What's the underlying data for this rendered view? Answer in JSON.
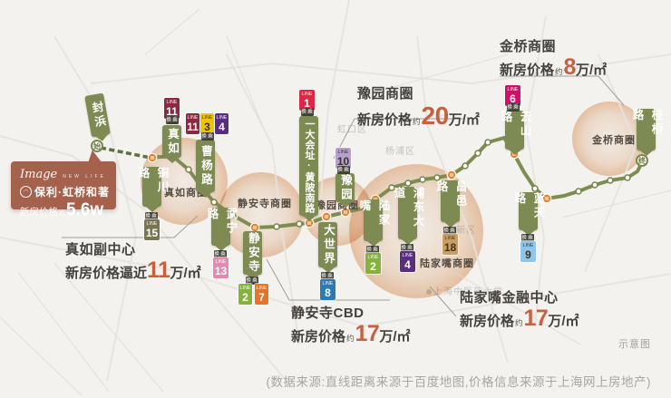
{
  "meta": {
    "caption": "(数据来源:直线距离来源于百度地图,价格信息来源于上海网上房地产)",
    "watermark": "示意图"
  },
  "colors": {
    "metro_line": "#7d8d52",
    "accent_number": "#c7603f",
    "brand_card": "#a5614b",
    "line_colors": {
      "1": "#d92a45",
      "2": "#83b23d",
      "3": "#eec400",
      "4": "#5b2d82",
      "6": "#cf0f6a",
      "7": "#e77325",
      "8": "#2b7ab8",
      "9": "#8fc6e9",
      "10": "#b6a0cc",
      "11": "#8e2740",
      "13": "#e887b0",
      "15": "#77754f",
      "18": "#c99e63"
    }
  },
  "labels": {
    "line_word": "LINE",
    "transfer": "换乘",
    "start": "始",
    "end": "终"
  },
  "logo_card": {
    "script": "Image",
    "sub": "NEW LIFE",
    "brand": "保利·虹桥和著",
    "price_label": "新房价格",
    "approx": "约",
    "price": "5.6w"
  },
  "stations": {
    "fengbang": {
      "name": "封浜"
    },
    "zhenru": {
      "name": "真如",
      "badges": [
        {
          "num": "11"
        }
      ]
    },
    "caoyang": {
      "name": "曹杨路",
      "badges": [
        {
          "num": "11"
        },
        {
          "num": "3"
        },
        {
          "num": "4"
        }
      ]
    },
    "tongchuan": {
      "name": "铜川路",
      "badges": [
        {
          "num": "15"
        }
      ]
    },
    "wuning": {
      "name": "武宁路",
      "badges": [
        {
          "num": "13"
        }
      ]
    },
    "jingansi": {
      "name": "静安寺",
      "badges": [
        {
          "num": "2"
        },
        {
          "num": "7"
        }
      ]
    },
    "yidahuizhi": {
      "name": "一大会址·黄陂南路",
      "badges": [
        {
          "num": "1"
        }
      ]
    },
    "yuyuan": {
      "name": "豫园",
      "badges": [
        {
          "num": "10"
        }
      ]
    },
    "dashijie": {
      "name": "大世界",
      "badges": [
        {
          "num": "8"
        }
      ]
    },
    "lujiazui": {
      "name": "陆家嘴",
      "badges": [
        {
          "num": "2"
        }
      ]
    },
    "pudongdadao": {
      "name": "浦东大道",
      "badges": [
        {
          "num": "4"
        }
      ]
    },
    "changyilu": {
      "name": "昌邑路",
      "badges": [
        {
          "num": "18"
        }
      ]
    },
    "yunshanlu": {
      "name": "云山路",
      "badges": [
        {
          "num": "6"
        }
      ]
    },
    "lantianlu": {
      "name": "蓝天路",
      "badges": [
        {
          "num": "9"
        }
      ]
    },
    "guiqiaolu": {
      "name": "桂桥路"
    }
  },
  "districts": {
    "zhenru": "真如商圈",
    "jingansi": "静安寺商圈",
    "yuyuan": "豫园商圈",
    "lujiazui": "陆家嘴商圈",
    "jinqiao": "金桥商圈"
  },
  "map_labels": {
    "hongkou": "虹口区",
    "yangpu": "杨浦区",
    "xinqu": "新区",
    "university": "上海中医药大学"
  },
  "annotations": {
    "jinqiao": {
      "title": "金桥商圈",
      "prefix": "新房价格",
      "approx": "约",
      "value": "8",
      "unit": "万/㎡"
    },
    "yuyuan": {
      "title": "豫园商圈",
      "prefix": "新房价格",
      "approx": "约",
      "value": "20",
      "unit": "万/㎡"
    },
    "zhenru": {
      "title": "真如副中心",
      "prefix": "新房价格逼近",
      "value": "11",
      "unit": "万/㎡"
    },
    "jingansi": {
      "title": "静安寺CBD",
      "prefix": "新房价格",
      "approx": "约",
      "value": "17",
      "unit": "万/㎡"
    },
    "lujiazui": {
      "title": "陆家嘴金融中心",
      "prefix": "新房价格",
      "approx": "约",
      "value": "17",
      "unit": "万/㎡"
    }
  }
}
